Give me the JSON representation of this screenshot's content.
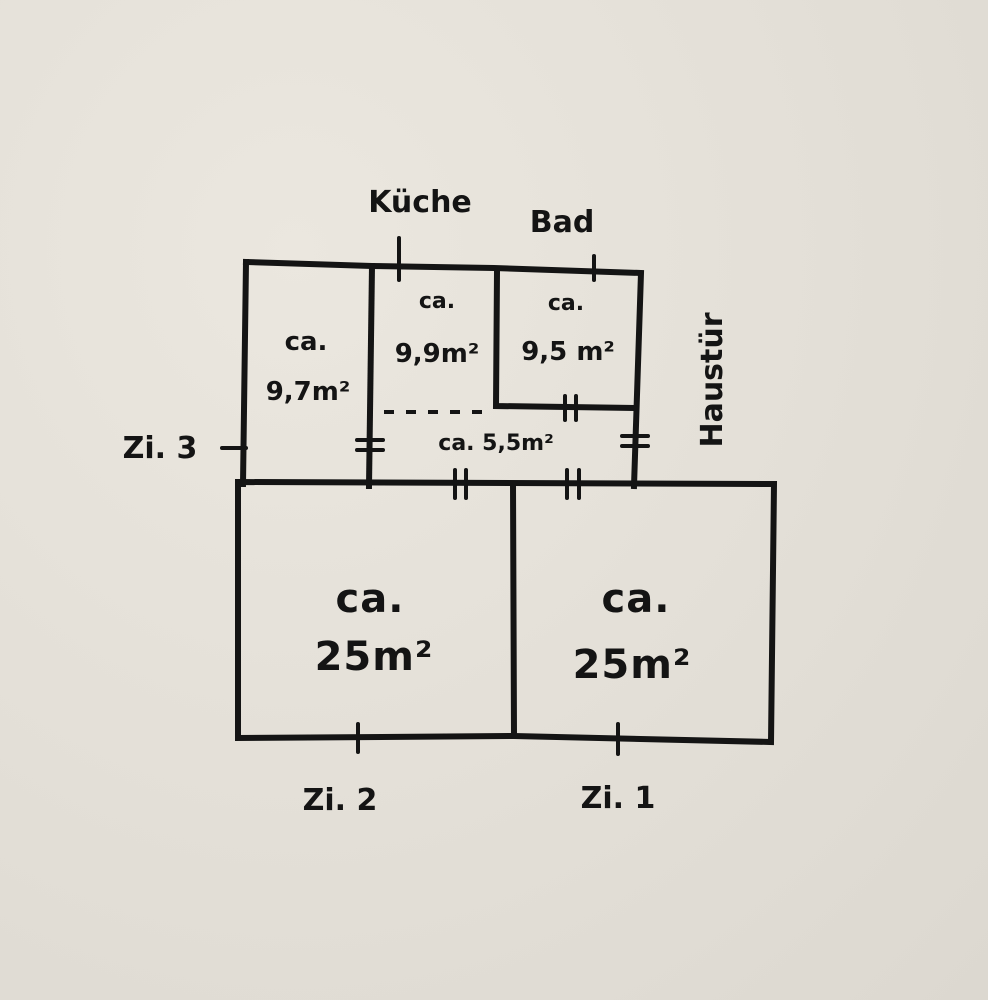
{
  "labels": {
    "kueche": "Küche",
    "bad": "Bad",
    "haustuer": "Haustür",
    "zi1": "Zi. 1",
    "zi2": "Zi. 2",
    "zi3": "Zi. 3"
  },
  "rooms": {
    "zi3": {
      "ca": "ca.",
      "area": "9,7m²"
    },
    "kueche": {
      "ca": "ca.",
      "area": "9,9m²"
    },
    "bad": {
      "ca": "ca.",
      "area": "9,5 m²"
    },
    "flur": {
      "area": "ca. 5,5m²"
    },
    "zi2": {
      "ca": "ca.",
      "area": "25m²"
    },
    "zi1": {
      "ca": "ca.",
      "area": "25m²"
    }
  },
  "colors": {
    "paper": "#e6e2da",
    "ink": "#141414"
  }
}
